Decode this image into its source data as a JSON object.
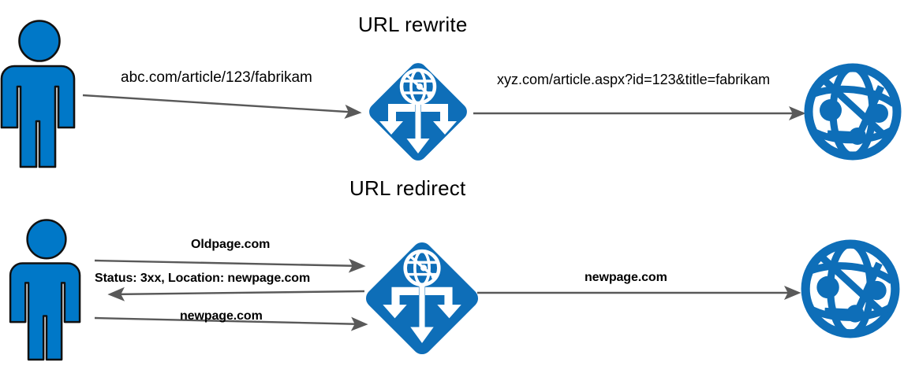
{
  "diagram": {
    "title_top": "URL rewrite",
    "title_middle": "URL redirect",
    "colors": {
      "azure_blue": "#0078C8",
      "icon_outline": "#000000",
      "arrow_gray": "#595959",
      "background": "#FFFFFF"
    },
    "top_flow": {
      "client_icon": "person-icon",
      "gateway_icon": "application-gateway-icon",
      "server_icon": "web-globe-icon",
      "request_label": "abc.com/article/123/fabrikam",
      "rewritten_label": "xyz.com/article.aspx?id=123&title=fabrikam"
    },
    "bottom_flow": {
      "client_icon": "person-icon",
      "gateway_icon": "application-gateway-icon",
      "server_icon": "web-globe-icon",
      "step1_label": "Oldpage.com",
      "step2_label": "Status: 3xx, Location: newpage.com",
      "step3_label": "newpage.com",
      "backend_label": "newpage.com"
    }
  }
}
